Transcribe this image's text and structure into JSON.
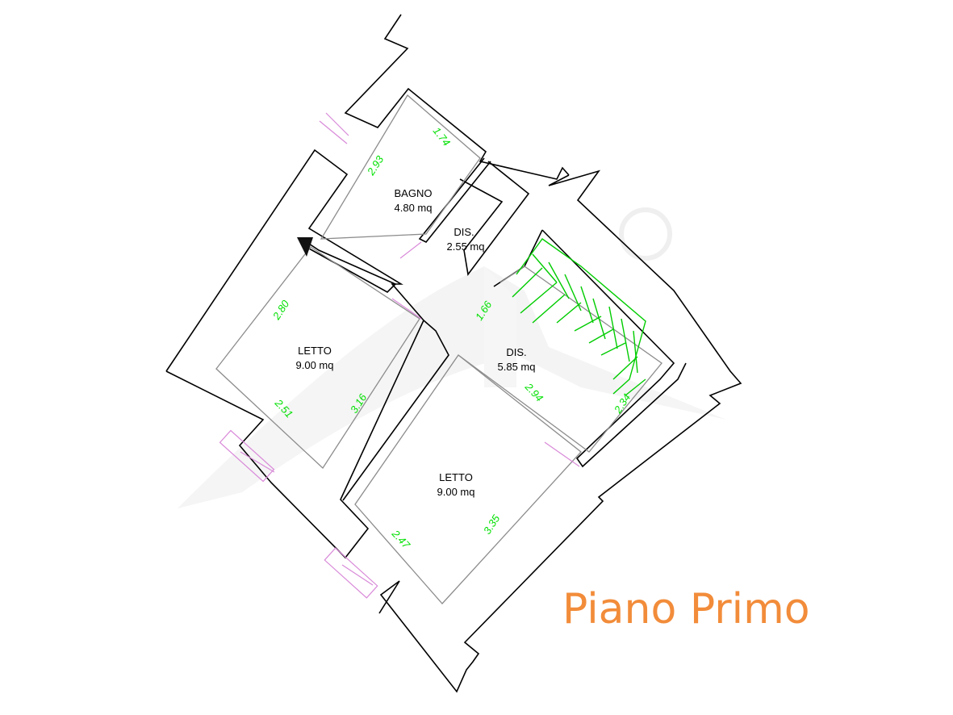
{
  "title": "Piano Primo",
  "colors": {
    "wall": "#000000",
    "dimension": "#00e000",
    "stairs": "#00cc00",
    "title": "#f28c3a",
    "door": "#d98ad9",
    "inner_line": "#8c8c8c",
    "watermark": "#e6e6e6"
  },
  "rooms": [
    {
      "name": "BAGNO",
      "area": "4.80 mq"
    },
    {
      "name": "DIS.",
      "area": "2.55 mq"
    },
    {
      "name": "DIS.",
      "area": "5.85 mq"
    },
    {
      "name": "LETTO",
      "area": "9.00 mq"
    },
    {
      "name": "LETTO",
      "area": "9.00 mq"
    }
  ],
  "dimensions": [
    "1.74",
    "2.93",
    "2.80",
    "3.16",
    "2.51",
    "1.66",
    "2.94",
    "2.34",
    "2.47",
    "3.35"
  ]
}
